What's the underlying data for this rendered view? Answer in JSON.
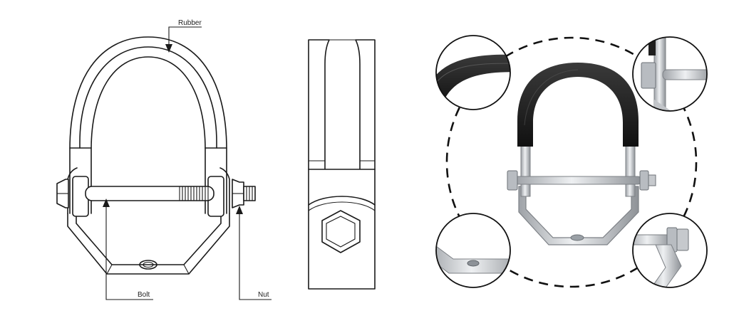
{
  "labels": {
    "rubber": "Rubber",
    "bolt": "Bolt",
    "nut": "Nut"
  },
  "colors": {
    "line": "#1a1a1a",
    "rubber": "#1c1c1c",
    "steel": "#c9ccd0",
    "steel_dark": "#8e9297",
    "background": "#ffffff"
  }
}
